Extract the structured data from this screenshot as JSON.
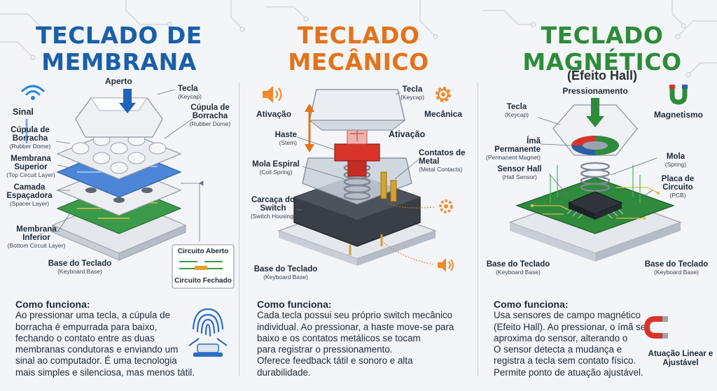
{
  "membrane": {
    "title_line1": "TECLADO DE",
    "title_line2": "MEMBRANA",
    "color": "#1a5fa8",
    "labels": {
      "press": "Aperto",
      "signal": "Sinal",
      "keycap": "Tecla",
      "keycap_en": "(Keycap)",
      "dome_right": "Cúpula de Borracha",
      "dome_right_en": "(Rubber Dome)",
      "dome_left": "Cúpula de Borracha",
      "dome_left_en": "(Rubber Dome)",
      "top_layer": "Membrana Superior",
      "top_layer_en": "(Top Circuit Layer)",
      "spacer": "Camada Espaçadora",
      "spacer_en": "(Spacer Layer)",
      "bottom_layer": "Membrana Inferior",
      "bottom_layer_en": "(Bottom Circuit Layer)",
      "base": "Base do Teclado",
      "base_en": "(Keyboard Base)",
      "open_circuit": "Circuito Aberto",
      "closed_circuit": "Circuito Fechado"
    },
    "how_title": "Como funciona:",
    "how_lines": [
      "Ao pressionar uma tecla, a cúpula de",
      "borracha é empurrada para baixo,",
      "fechando o contato entre as duas",
      "membranas condutoras e enviando um",
      "sinal ao computador. É uma tecnologia",
      "mais simples e silenciosa, mas menos tátil."
    ],
    "icons": [
      "wifi-icon",
      "fingerprint-icon"
    ]
  },
  "mechanical": {
    "title_line1": "TECLADO",
    "title_line2": "MECÂNICO",
    "color": "#e2731c",
    "labels": {
      "activation_left": "Ativação",
      "activation_center": "Ativação",
      "mechanics": "Mecânica",
      "keycap": "Tecla",
      "keycap_en": "(Keycap)",
      "stem": "Haste",
      "stem_en": "(Stem)",
      "spring": "Mola Espiral",
      "spring_en": "(Coil Spring)",
      "contacts": "Contatos de Metal",
      "contacts_en": "(Metal Contacts)",
      "housing": "Carcaça do Switch",
      "housing_en": "(Switch Housing)",
      "base": "Base do Teclado",
      "base_en": "(Keyboard Base)"
    },
    "how_title": "Como funciona:",
    "how_lines": [
      "Cada tecla possui seu próprio switch mecânico",
      "individual. Ao pressionar, a haste move-se para",
      "baixo e os contatos metálicos se tocam",
      "para registrar o pressionamento.",
      "Oferece feedback tátil e sonoro e alta",
      "durabilidade."
    ],
    "icons": [
      "speaker-icon",
      "gear-icon"
    ]
  },
  "magnetic": {
    "title_line1": "TECLADO",
    "title_line2": "MAGNÉTICO",
    "subtitle": "(Efeito Hall)",
    "color": "#2e8b3a",
    "labels": {
      "press": "Pressionamento",
      "magnetism": "Magnetismo",
      "keycap": "Tecla",
      "keycap_en": "(Keycap)",
      "magnet": "Ímã Permanente",
      "magnet_en": "(Permanent Magnet)",
      "spring": "Mola",
      "spring_en": "(Spring)",
      "hall": "Sensor Hall",
      "hall_en": "(Hall Sensor)",
      "pcb": "Placa de Circuito",
      "pcb_en": "(PCB)",
      "base_left": "Base do Teclado",
      "base_left_en": "(Keyboard Base)",
      "base_right": "Base do Teclado",
      "base_right_en": "(Keyboard Base)",
      "linear": "Atuação Linear e Ajustável"
    },
    "how_title": "Como funciona:",
    "how_lines": [
      "Usa sensores de campo magnético",
      "(Efeito Hall). Ao pressionar, o ímã se",
      "aproxima do sensor, alterando o",
      "O sensor detecta a mudança e",
      "registra a tecla sem contato físico.",
      "Permite ponto de atuação ajustável."
    ],
    "icons": [
      "magnet-icon",
      "horseshoe-magnet-icon"
    ]
  }
}
